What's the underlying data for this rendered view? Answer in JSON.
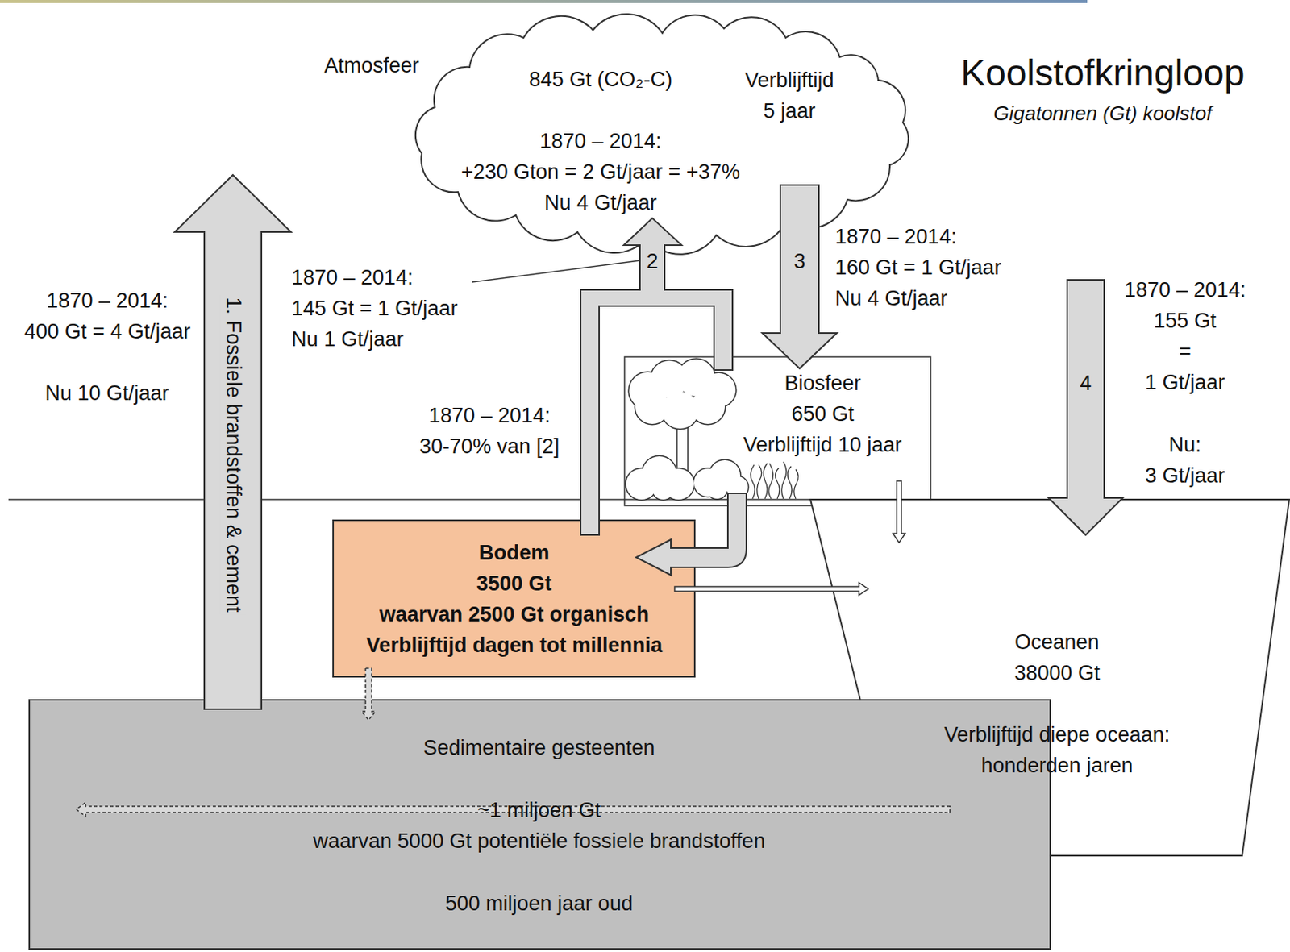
{
  "diagram": {
    "title": "Koolstofkringloop",
    "nodes": [
      {
        "text": [
          "Atmosfeer",
          "845 Gt (CO₂-C)",
          "Verblijftijd 5 jaar",
          "1870 – 2014: +230 Gton = 2 Gt/jaar = +37% Nu 4 Gt/jaar"
        ]
      },
      {
        "text": [
          "Biosfeer",
          "650 Gt",
          "Verblijftijd 10 jaar"
        ]
      },
      {
        "text": [
          "Bodem",
          "3500 Gt waarvan 2500 Gt organisch",
          "Verblijftijd dagen tot millennia"
        ]
      },
      {
        "text": [
          "Oceanen",
          "38000 Gt",
          "Verblijftijd diepe oceaan: honderden jaren"
        ]
      },
      {
        "text": [
          "Sedimentaire gesteenten",
          "~1 miljoen Gt waarvan 5000 Gt potentiële fossiele brandstoffen",
          "500 miljoen jaar oud"
        ]
      }
    ],
    "edges": [
      {
        "from": 4,
        "to": 0,
        "label": "1. Fossiele brandstoffen & cement",
        "arrow": "to"
      },
      {
        "from": 2,
        "to": 0,
        "label": "2",
        "arrow": "to"
      },
      {
        "from": 1,
        "to": 0,
        "arrow": "to"
      },
      {
        "from": 0,
        "to": 1,
        "label": "3",
        "arrow": "to"
      },
      {
        "from": 0,
        "to": 3,
        "label": "4",
        "arrow": "to"
      },
      {
        "from": 1,
        "to": 2,
        "arrow": "to"
      },
      {
        "from": 1,
        "to": 3,
        "arrow": "to"
      },
      {
        "from": 2,
        "to": 3,
        "arrow": "to"
      },
      {
        "from": 2,
        "to": 4,
        "arrow": "to"
      },
      {
        "from": 3,
        "to": 4,
        "arrow": "to"
      }
    ],
    "labels": [
      "Gigatonnen (Gt) koolstof",
      "1870 – 2014: 400 Gt = 4 Gt/jaar",
      "Nu 10 Gt/jaar",
      "1870 – 2014: 145 Gt = 1 Gt/jaar Nu 1 Gt/jaar",
      "1870 – 2014: 30-70% van [2]",
      "1870 – 2014: 160 Gt = 1 Gt/jaar Nu 4 Gt/jaar",
      "1870 – 2014: 155 Gt = 1 Gt/jaar",
      "Nu: 3 Gt/jaar"
    ]
  }
}
